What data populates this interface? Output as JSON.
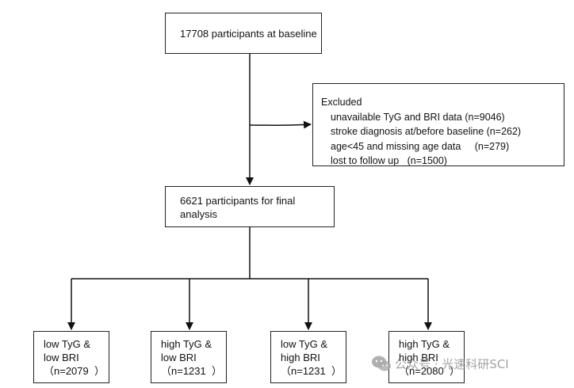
{
  "baseline": {
    "text": "17708 participants at baseline"
  },
  "excluded": {
    "title": "Excluded",
    "items": [
      "unavailable TyG and BRI data (n=9046)",
      "stroke diagnosis at/before baseline (n=262)",
      "age<45 and missing age data     (n=279)",
      "lost to follow up   (n=1500)"
    ]
  },
  "final": {
    "line1": "6621 participants for final",
    "line2": "analysis"
  },
  "groups": [
    {
      "line1": "low TyG &",
      "line2": "low BRI",
      "count": "（n=2079  ）"
    },
    {
      "line1": "high TyG &",
      "line2": "low BRI",
      "count": "（n=1231  ）"
    },
    {
      "line1": "low TyG &",
      "line2": "high BRI",
      "count": "（n=1231  ）"
    },
    {
      "line1": "high TyG &",
      "line2": "high BRI",
      "count": "（n=2080  ）"
    }
  ],
  "watermark": {
    "text": "公众号 · 光速科研SCI"
  },
  "colors": {
    "line": "#111111",
    "border": "#222222"
  }
}
